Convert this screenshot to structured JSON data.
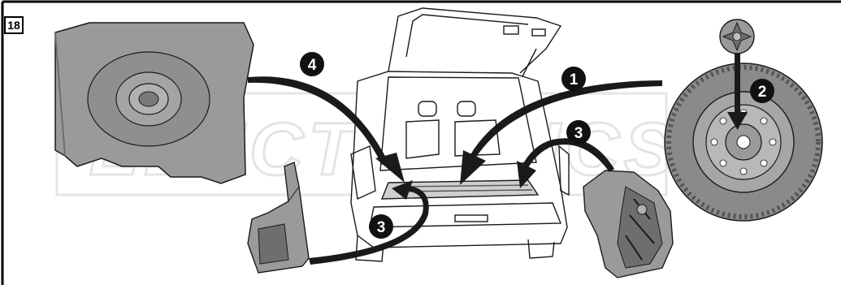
{
  "step_number": "18",
  "watermark": "ELECTRONICS",
  "callouts": [
    "1",
    "2",
    "3",
    "3",
    "4"
  ],
  "colors": {
    "part_fill": "#9a9a9a",
    "part_dark": "#6e6e6e",
    "outline": "#1a1a1a",
    "watermark": "#d9d9d9",
    "callout_fill": "#111111",
    "callout_text": "#ffffff"
  },
  "icons": [
    "subwoofer-panel-icon",
    "suv-rear-icon",
    "side-panel-icon",
    "jack-tool-kit-icon",
    "spare-tire-icon",
    "wheel-nut-icon"
  ]
}
